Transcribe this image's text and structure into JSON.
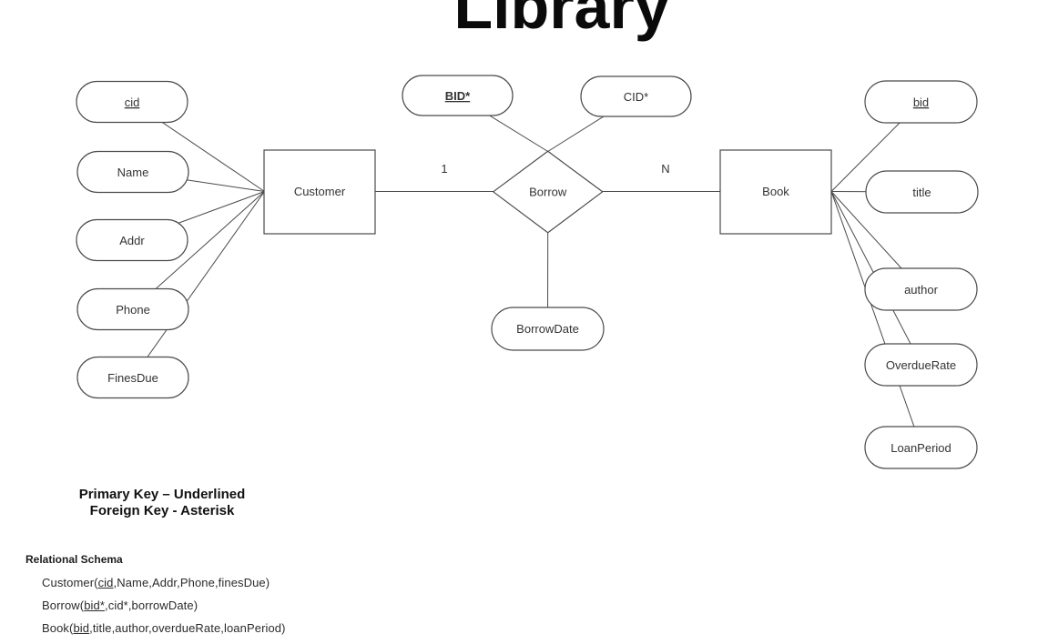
{
  "page": {
    "title": "Library"
  },
  "diagram": {
    "entities": {
      "customer": {
        "label": "Customer"
      },
      "book": {
        "label": "Book"
      }
    },
    "relationship": {
      "label": "Borrow",
      "cardinality_left": "1",
      "cardinality_right": "N"
    },
    "customer_attributes": [
      {
        "label": "cid",
        "primary_key": true
      },
      {
        "label": "Name"
      },
      {
        "label": "Addr"
      },
      {
        "label": "Phone"
      },
      {
        "label": "FinesDue"
      }
    ],
    "relationship_attributes": [
      {
        "label": "BID*",
        "primary_key": true,
        "foreign_key": true
      },
      {
        "label": "CID*",
        "foreign_key": true
      },
      {
        "label": "BorrowDate"
      }
    ],
    "book_attributes": [
      {
        "label": "bid",
        "primary_key": true
      },
      {
        "label": "title"
      },
      {
        "label": "author"
      },
      {
        "label": "OverdueRate"
      },
      {
        "label": "LoanPeriod"
      }
    ]
  },
  "legend": {
    "line1": "Primary Key – Underlined",
    "line2": "Foreign Key - Asterisk"
  },
  "schema": {
    "heading": "Relational Schema",
    "relations": [
      {
        "prefix": "Customer(",
        "key": "cid",
        "suffix": ",Name,Addr,Phone,finesDue)"
      },
      {
        "prefix": "Borrow(",
        "key": "bid*",
        "suffix": ",cid*,borrowDate)"
      },
      {
        "prefix": "Book(",
        "key": "bid",
        "suffix": ",title,author,overdueRate,loanPeriod)"
      }
    ]
  },
  "colors": {
    "stroke": "#4a4a4a",
    "text": "#333333",
    "title": "#0a0a0a",
    "background": "#ffffff"
  }
}
